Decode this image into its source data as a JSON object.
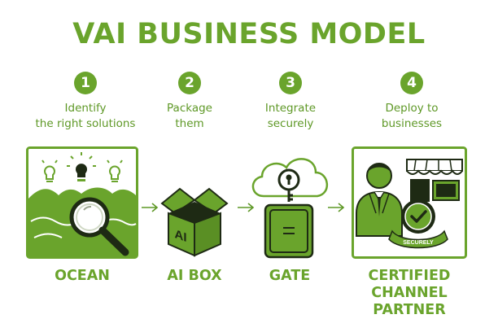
{
  "title": "VAI BUSINESS MODEL",
  "accent_color": "#6aa42c",
  "steps": [
    {
      "number": "1",
      "caption_line1": "Identify",
      "caption_line2": "the right solutions",
      "label": "OCEAN",
      "icon": "ocean-magnifier-lightbulbs-icon"
    },
    {
      "number": "2",
      "caption_line1": "Package",
      "caption_line2": "them",
      "label": "AI BOX",
      "icon": "ai-box-icon"
    },
    {
      "number": "3",
      "caption_line1": "Integrate",
      "caption_line2": "securely",
      "label": "GATE",
      "icon": "cloud-lock-gate-icon"
    },
    {
      "number": "4",
      "caption_line1": "Deploy to",
      "caption_line2": "businesses",
      "label_line1": "CERTIFIED",
      "label_line2": "CHANNEL",
      "label_line3": "PARTNER",
      "icon": "partner-shop-badge-icon"
    }
  ],
  "box_label": "AI",
  "seal_label": "SECURELY"
}
